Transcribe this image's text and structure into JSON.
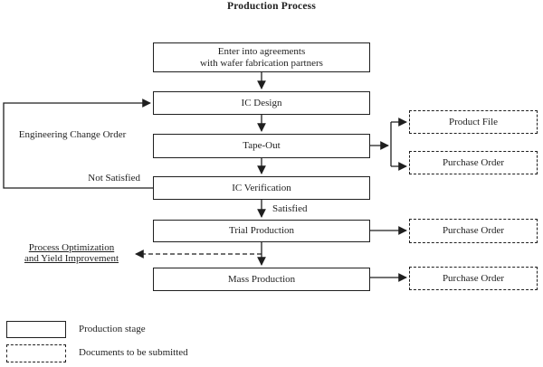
{
  "title": "Production Process",
  "flow": {
    "agreements_line1": "Enter into agreements",
    "agreements_line2": "with wafer fabrication partners",
    "ic_design": "IC Design",
    "tape_out": "Tape-Out",
    "ic_verification": "IC Verification",
    "trial_production": "Trial Production",
    "mass_production": "Mass Production"
  },
  "documents": {
    "product_file": "Product File",
    "purchase_order_tapeout": "Purchase Order",
    "purchase_order_trial": "Purchase Order",
    "purchase_order_mass": "Purchase Order"
  },
  "labels": {
    "engineering_change_order": "Engineering Change Order",
    "not_satisfied": "Not Satisfied",
    "satisfied": "Satisfied",
    "process_optimization_line1": "Process Optimization",
    "process_optimization_line2": "and Yield Improvement"
  },
  "legend": {
    "production_stage": "Production stage",
    "documents_submitted": "Documents to be submitted"
  },
  "colors": {
    "line": "#1f1f1f",
    "text": "#1f1f1f",
    "background": "#ffffff"
  }
}
